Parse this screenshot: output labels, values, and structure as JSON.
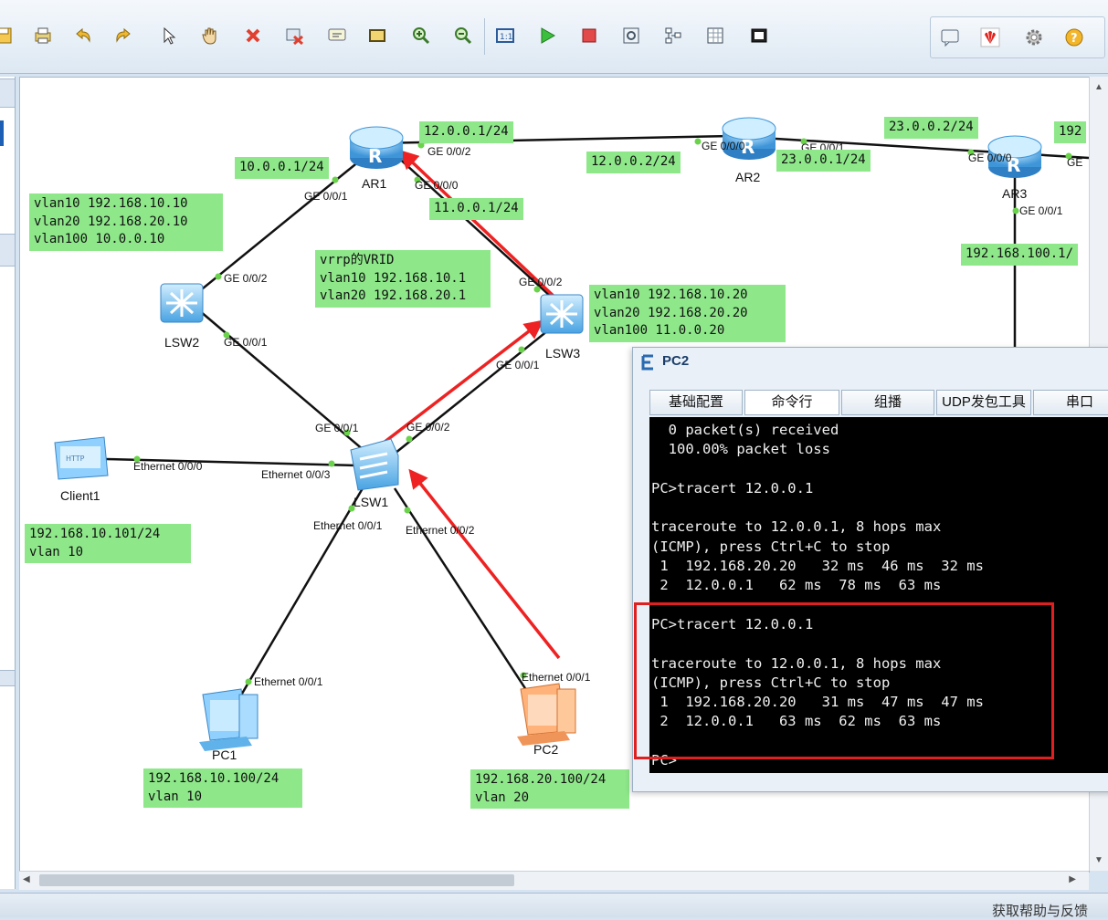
{
  "toolbar": {
    "icons": [
      "save-icon",
      "print-icon",
      "undo-icon",
      "redo-icon",
      "select-icon",
      "hand-icon",
      "delete-icon",
      "delete-link-icon",
      "text-icon",
      "rectangle-icon",
      "zoom-in-icon",
      "zoom-out-icon",
      "fit-icon",
      "start-icon",
      "stop-icon",
      "capture-icon",
      "topology-icon",
      "table-icon",
      "screenshot-icon"
    ],
    "right_icons": [
      "chat-icon",
      "huawei-icon",
      "gear-icon",
      "help-icon"
    ]
  },
  "topology": {
    "devices": {
      "ar1": "AR1",
      "ar2": "AR2",
      "ar3": "AR3",
      "lsw1": "LSW1",
      "lsw2": "LSW2",
      "lsw3": "LSW3",
      "client1": "Client1",
      "pc1": "PC1",
      "pc2": "PC2",
      "http_badge": "HTTP"
    },
    "ports": {
      "ar1_g002": "GE 0/0/2",
      "ar1_g001": "GE 0/0/1",
      "ar1_g000": "GE 0/0/0",
      "ar2_g000": "GE 0/0/0",
      "ar2_g001": "GE 0/0/1",
      "ar3_g000": "GE 0/0/0",
      "ar3_g001": "GE 0/0/1",
      "ar3_right": "GE",
      "lsw2_g002": "GE 0/0/2",
      "lsw2_g001": "GE 0/0/1",
      "lsw3_g002": "GE 0/0/2",
      "lsw3_g001": "GE 0/0/1",
      "lsw1_g001": "GE 0/0/1",
      "lsw1_g002": "GE 0/0/2",
      "lsw1_e003": "Ethernet 0/0/3",
      "lsw1_e001": "Ethernet 0/0/1",
      "lsw1_e002": "Ethernet 0/0/2",
      "client_e000": "Ethernet 0/0/0",
      "pc1_e001": "Ethernet 0/0/1",
      "pc2_e001": "Ethernet 0/0/1"
    },
    "notes": {
      "ar1_left": "10.0.0.1/24",
      "ar1_right": "12.0.0.1/24",
      "ar1_down": "11.0.0.1/24",
      "ar2_left": "12.0.0.2/24",
      "ar2_right": "23.0.0.1/24",
      "ar3_left": "23.0.0.2/24",
      "ar3_right": "192",
      "ar3_down": "192.168.100.1/",
      "lsw2": "vlan10 192.168.10.10\nvlan20 192.168.20.10\nvlan100 10.0.0.10",
      "vrrp": "vrrp的VRID\nvlan10 192.168.10.1\nvlan20 192.168.20.1",
      "lsw3": "vlan10 192.168.10.20\nvlan20 192.168.20.20\nvlan100 11.0.0.20",
      "client1": "192.168.10.101/24\nvlan 10",
      "pc1": "192.168.10.100/24\nvlan 10",
      "pc2": "192.168.20.100/24\nvlan 20"
    }
  },
  "pc_window": {
    "title": "PC2",
    "tabs": [
      "基础配置",
      "命令行",
      "组播",
      "UDP发包工具",
      "串口"
    ],
    "terminal": "  0 packet(s) received\n  100.00% packet loss\n\nPC>tracert 12.0.0.1\n\ntraceroute to 12.0.0.1, 8 hops max\n(ICMP), press Ctrl+C to stop\n 1  192.168.20.20   32 ms  46 ms  32 ms\n 2  12.0.0.1   62 ms  78 ms  63 ms\n\nPC>tracert 12.0.0.1\n\ntraceroute to 12.0.0.1, 8 hops max\n(ICMP), press Ctrl+C to stop\n 1  192.168.20.20   31 ms  47 ms  47 ms\n 2  12.0.0.1   63 ms  62 ms  63 ms\n\nPC>"
  },
  "statusbar": {
    "help_link": "获取帮助与反馈"
  },
  "colors": {
    "note_bg": "#8ee88a",
    "link": "#111111",
    "highlight": "#e02020",
    "router": "#4aa3e0"
  }
}
